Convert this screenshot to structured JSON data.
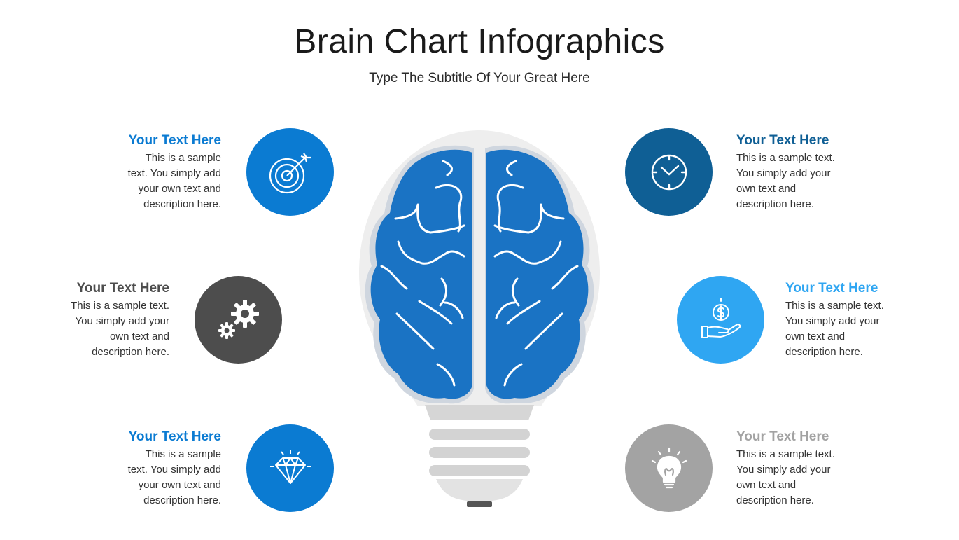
{
  "title": "Brain Chart Infographics",
  "subtitle": "Type The Subtitle Of Your Great Here",
  "colors": {
    "blue": "#0b7bd2",
    "dark_blue": "#0f5f95",
    "dark_gray": "#4d4d4d",
    "sky_blue": "#2fa6f2",
    "light_gray": "#a3a3a3",
    "brain_blue": "#1a73c4",
    "bulb_gray": "#eeeeee"
  },
  "items": [
    {
      "heading": "Your Text Here",
      "lines": [
        "This is a sample",
        "text. You simply add",
        "your own text and",
        "description here."
      ],
      "icon": "target-icon"
    },
    {
      "heading": "Your Text Here",
      "lines": [
        "This is a sample text.",
        "You simply add your",
        "own text and",
        "description here."
      ],
      "icon": "gears-icon"
    },
    {
      "heading": "Your Text Here",
      "lines": [
        "This is a sample",
        "text. You simply add",
        "your own text and",
        "description here."
      ],
      "icon": "diamond-icon"
    },
    {
      "heading": "Your Text Here",
      "lines": [
        "This is a sample text.",
        "You simply add your",
        "own text and",
        "description here."
      ],
      "icon": "clock-icon"
    },
    {
      "heading": "Your Text Here",
      "lines": [
        "This is a sample text.",
        "You simply add your",
        "own text and",
        "description here."
      ],
      "icon": "money-hand-icon"
    },
    {
      "heading": "Your Text Here",
      "lines": [
        "This is a sample text.",
        "You simply add your",
        "own text and",
        "description here."
      ],
      "icon": "lightbulb-icon"
    }
  ]
}
